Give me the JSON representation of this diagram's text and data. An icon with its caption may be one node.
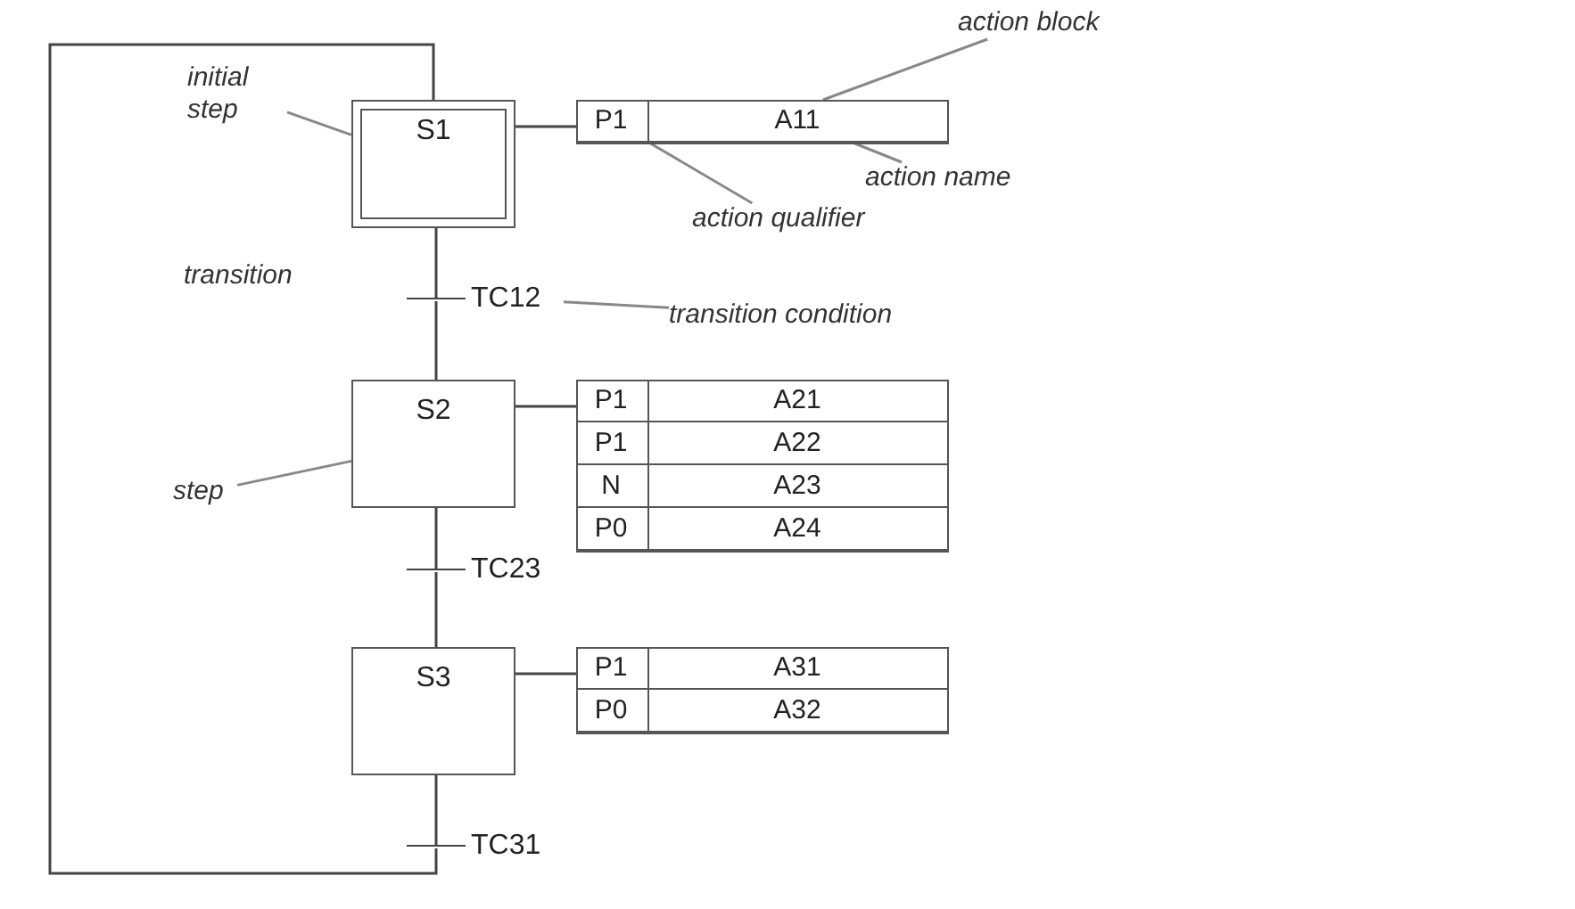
{
  "diagram": {
    "nodes": [
      {
        "text": [
          "initial step"
        ]
      },
      {
        "text": [
          "S1"
        ]
      },
      {
        "text": [],
        "shape": "box"
      },
      {
        "text": [
          "P1"
        ],
        "in": 2
      },
      {
        "text": [
          "A11"
        ],
        "in": 2
      },
      {
        "text": [
          "action block"
        ]
      },
      {
        "text": [
          "action qualifier"
        ]
      },
      {
        "text": [
          "action name"
        ]
      },
      {
        "text": [],
        "shape": "bar"
      },
      {
        "text": [
          "TC12"
        ]
      },
      {
        "text": [
          "transition condition"
        ]
      },
      {
        "text": [
          "S2"
        ]
      },
      {
        "text": [],
        "shape": "box"
      },
      {
        "text": [
          "P1"
        ],
        "in": 12
      },
      {
        "text": [
          "A21"
        ],
        "in": 12
      },
      {
        "text": [
          "P1"
        ],
        "in": 12
      },
      {
        "text": [
          "A22"
        ],
        "in": 12
      },
      {
        "text": [
          "N"
        ],
        "in": 12
      },
      {
        "text": [
          "A23"
        ],
        "in": 12
      },
      {
        "text": [
          "P0"
        ],
        "in": 12
      },
      {
        "text": [
          "A24"
        ],
        "in": 12
      },
      {
        "text": [
          "step"
        ]
      },
      {
        "text": [],
        "shape": "bar"
      },
      {
        "text": [
          "TC23"
        ]
      },
      {
        "text": [
          "S3"
        ]
      },
      {
        "text": [],
        "shape": "box"
      },
      {
        "text": [
          "P1"
        ],
        "in": 25
      },
      {
        "text": [
          "A31"
        ],
        "in": 25
      },
      {
        "text": [
          "P0"
        ],
        "in": 25
      },
      {
        "text": [
          "A32"
        ],
        "in": 25
      },
      {
        "text": [],
        "shape": "bar"
      },
      {
        "text": [
          "TC31"
        ]
      }
    ],
    "edges": [
      {
        "from": 1,
        "to": 8,
        "arrow": "none"
      },
      {
        "from": 8,
        "to": 11,
        "arrow": "none"
      },
      {
        "from": 11,
        "to": 22,
        "arrow": "none"
      },
      {
        "from": 22,
        "to": 24,
        "arrow": "none"
      },
      {
        "from": 24,
        "to": 30,
        "arrow": "none"
      },
      {
        "from": 30,
        "to": 1,
        "arrow": "none"
      },
      {
        "from": 1,
        "to": 2,
        "arrow": "none"
      },
      {
        "from": 11,
        "to": 12,
        "arrow": "none"
      },
      {
        "from": 24,
        "to": 25,
        "arrow": "none"
      },
      {
        "from": 0,
        "to": 1,
        "arrow": "none"
      },
      {
        "from": 5,
        "to": 2,
        "arrow": "none"
      },
      {
        "from": 6,
        "to": 3,
        "arrow": "none"
      },
      {
        "from": 7,
        "to": 4,
        "arrow": "none"
      },
      {
        "from": 10,
        "to": 9,
        "arrow": "none"
      },
      {
        "from": 21,
        "to": 11,
        "arrow": "none"
      }
    ],
    "labels": [
      "transition"
    ]
  }
}
